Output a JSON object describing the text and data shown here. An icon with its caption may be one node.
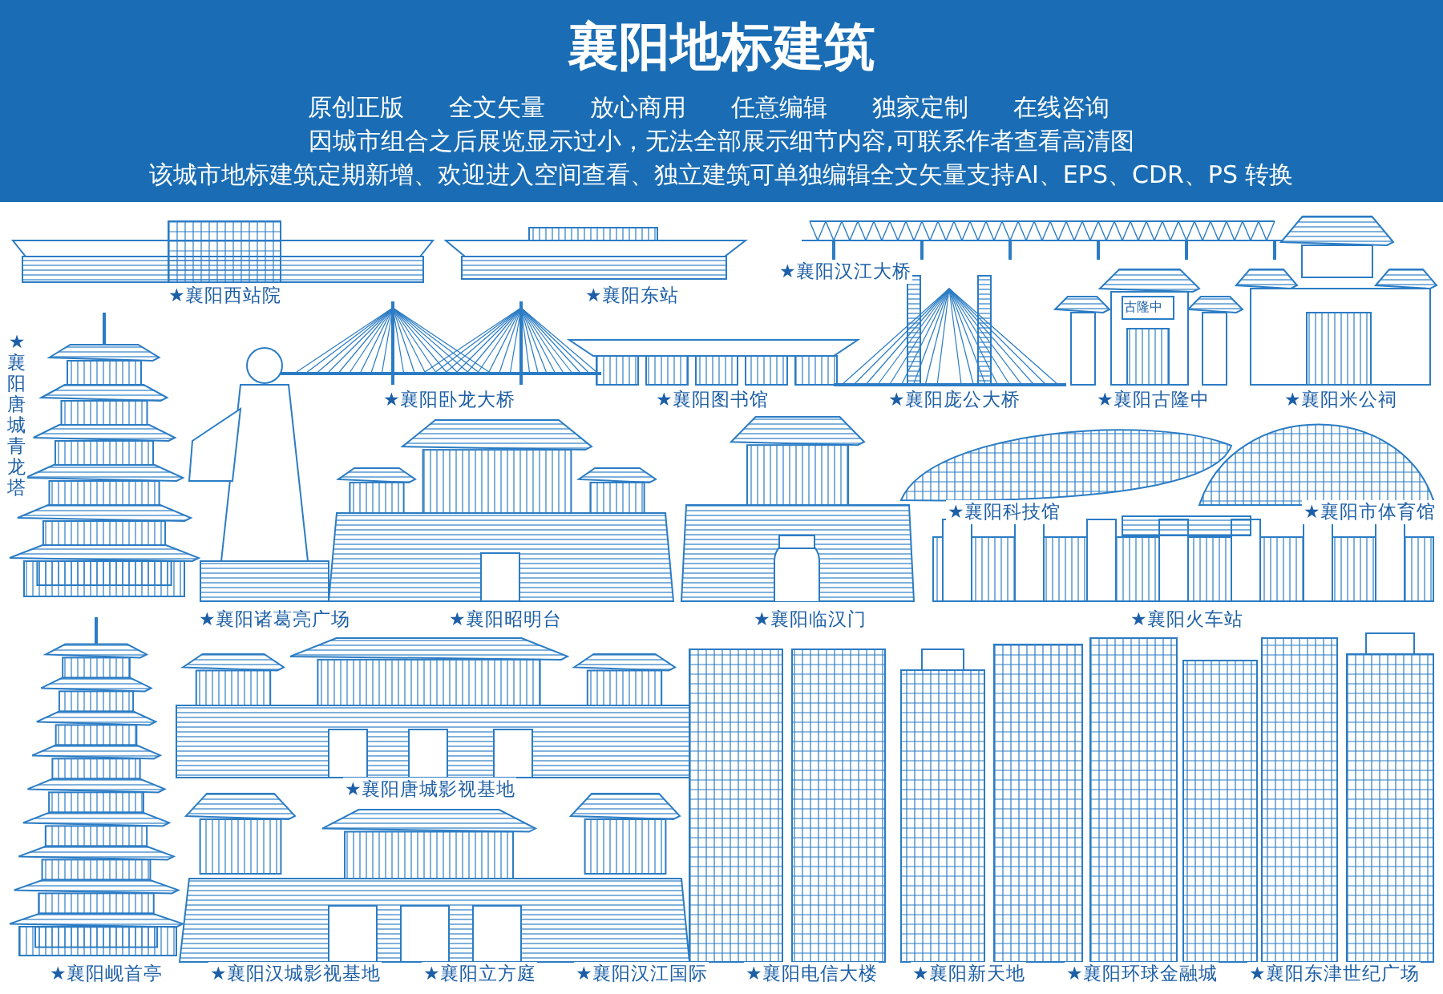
{
  "diagram": {
    "title": "襄阳地标建筑",
    "labels": [
      "原创正版",
      "全文矢量",
      "放心商用",
      "任意编辑",
      "独家定制",
      "在线咨询",
      "因城市组合之后展览显示过小，无法全部展示细节内容,可联系作者查看高清图",
      "该城市地标建筑定期新增、欢迎进入空间查看、独立建筑可单独编辑全文矢量支持AI、EPS、CDR、PS 转换",
      "★襄阳西站院",
      "★襄阳东站",
      "★襄阳汉江大桥",
      "古隆中",
      "★襄阳唐城青龙塔",
      "★襄阳卧龙大桥",
      "★襄阳图书馆",
      "★襄阳庞公大桥",
      "★襄阳古隆中",
      "★襄阳米公祠",
      "★襄阳科技馆",
      "★襄阳市体育馆",
      "★襄阳诸葛亮广场",
      "★襄阳昭明台",
      "★襄阳临汉门",
      "★襄阳火车站",
      "★襄阳唐城影视基地",
      "★襄阳岘首亭",
      "★襄阳汉城影视基地",
      "★襄阳立方庭",
      "★襄阳汉江国际",
      "★襄阳电信大楼",
      "★襄阳新天地",
      "★襄阳环球金融城",
      "★襄阳东津世纪广场"
    ]
  }
}
